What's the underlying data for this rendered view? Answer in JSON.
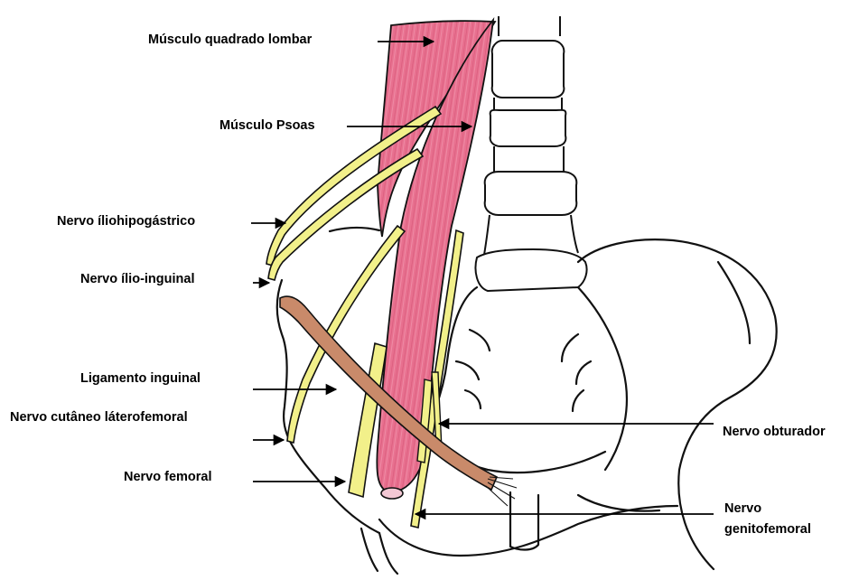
{
  "labels": {
    "quadrado_lombar": "Músculo quadrado lombar",
    "psoas": "Músculo Psoas",
    "iliohipogastrico": "Nervo íliohipogástrico",
    "ilio_inguinal": "Nervo ílio-inguinal",
    "ligamento_inguinal": "Ligamento inguinal",
    "cutaneo_laterofemoral": "Nervo cutâneo láterofemoral",
    "femoral": "Nervo femoral",
    "obturador": "Nervo obturador",
    "genitofemoral_line1": "Nervo",
    "genitofemoral_line2": "genitofemoral"
  },
  "colors": {
    "muscle_fill": "#e8708f",
    "nerve_fill": "#f2f08a",
    "ligament_fill": "#c98a6a",
    "outline": "#111111"
  }
}
